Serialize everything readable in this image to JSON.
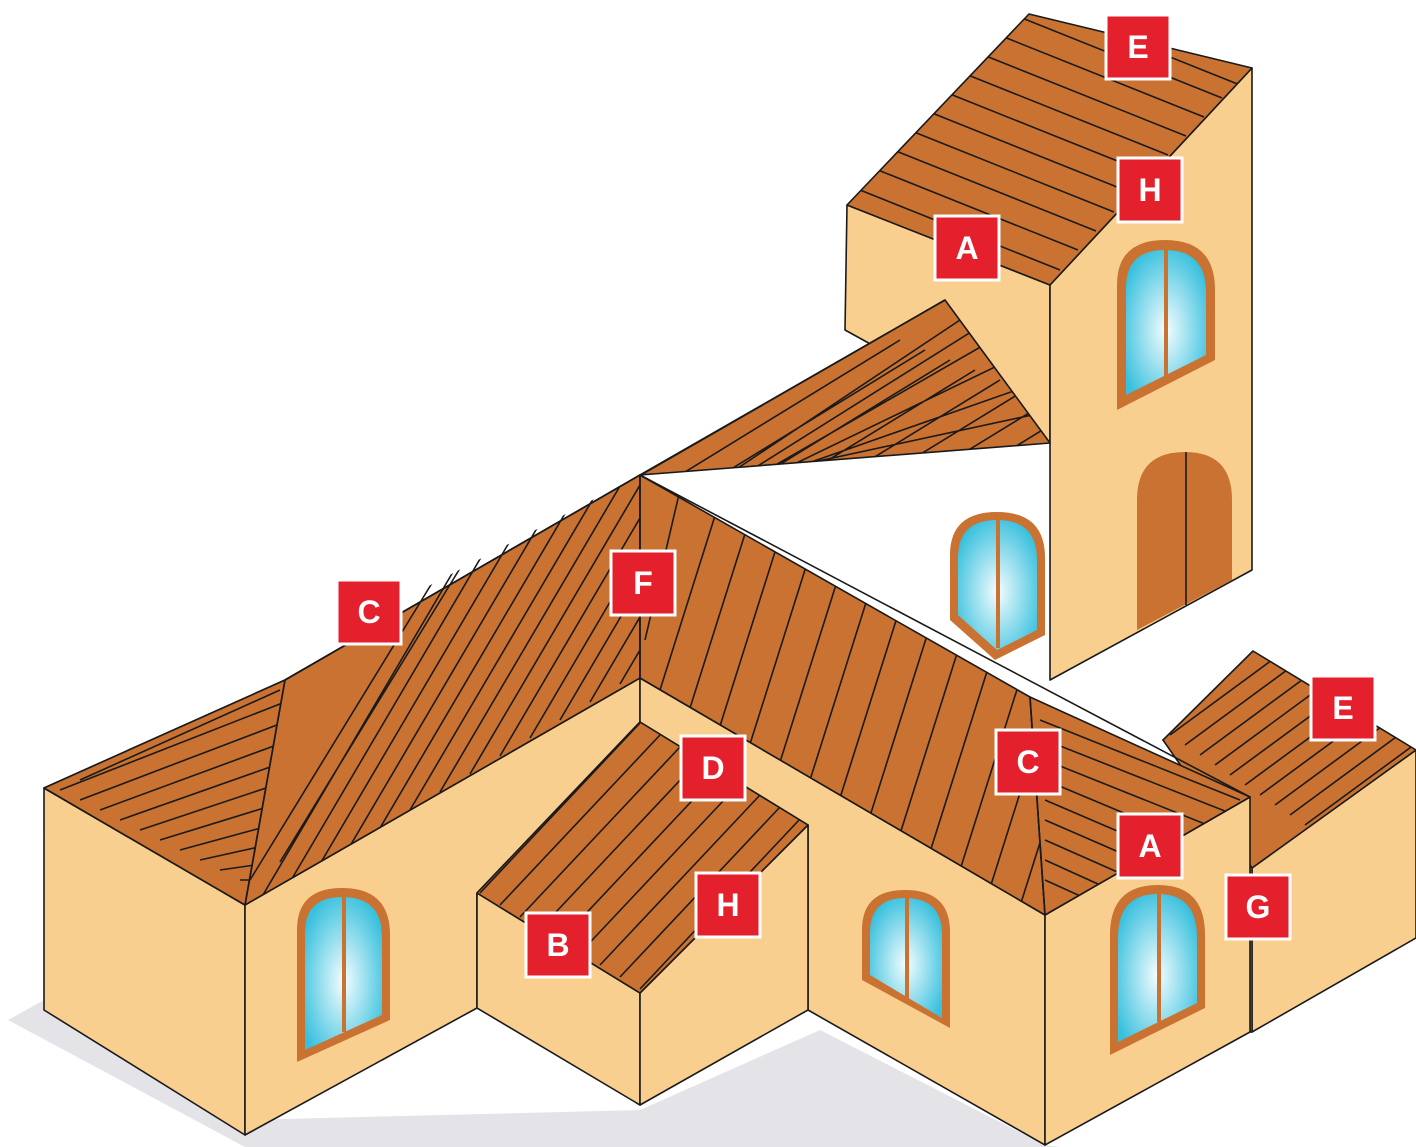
{
  "labels": {
    "e_tower": "E",
    "h_tower": "H",
    "a_tower": "A",
    "f_center": "F",
    "c_left": "C",
    "c_right": "C",
    "d_dormer": "D",
    "h_dormer": "H",
    "b_dormer": "B",
    "a_right": "A",
    "e_right": "E",
    "g_right": "G"
  },
  "colors": {
    "roof": "#c97231",
    "wall": "#f9cf8f",
    "label_bg": "#e3202c",
    "label_text": "#ffffff",
    "glass_center": "#f4fdff",
    "glass_edge": "#38c0dd"
  }
}
